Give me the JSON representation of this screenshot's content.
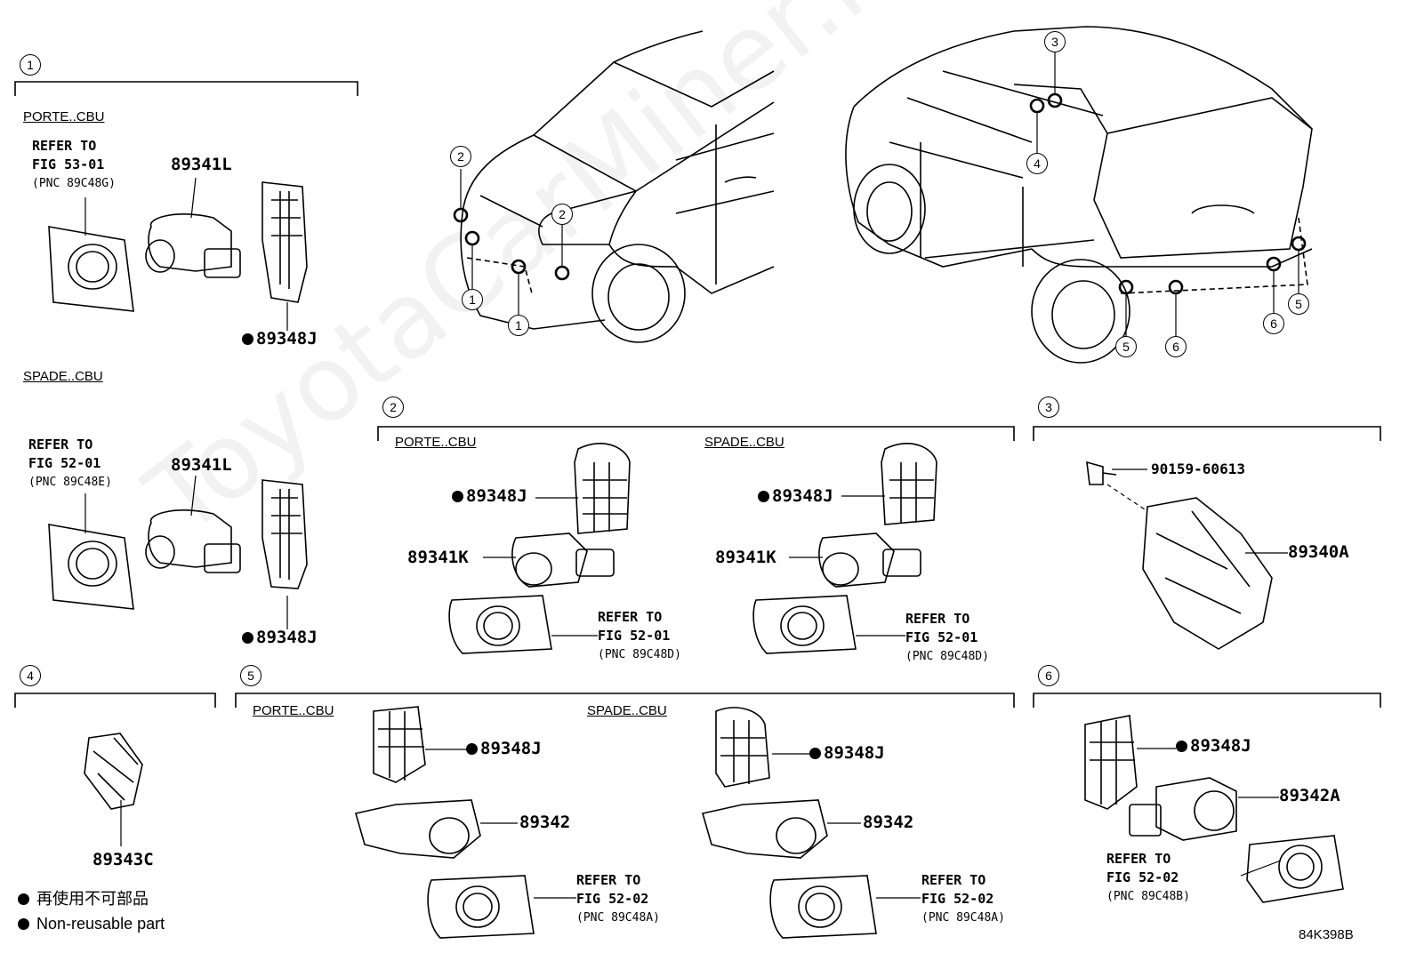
{
  "section_ids": [
    "1",
    "2",
    "3",
    "4",
    "5",
    "6"
  ],
  "variants": {
    "porte": "PORTE..CBU",
    "spade": "SPADE..CBU"
  },
  "refer_to": "REFER TO",
  "refs": {
    "fig_53_01": "FIG 53-01",
    "pnc_89c48g": "(PNC 89C48G)",
    "fig_52_01": "FIG 52-01",
    "pnc_89c48e": "(PNC 89C48E)",
    "pnc_89c48d": "(PNC 89C48D)",
    "fig_52_02": "FIG 52-02",
    "pnc_89c48a": "(PNC 89C48A)",
    "pnc_89c48b": "(PNC 89C48B)"
  },
  "parts": {
    "p89341L": "89341L",
    "p89348J": "89348J",
    "p89341K": "89341K",
    "p90159": "90159-60613",
    "p89340A": "89340A",
    "p89343C": "89343C",
    "p89342": "89342",
    "p89342A": "89342A"
  },
  "legend": {
    "jp": "再使用不可部品",
    "en": "Non-reusable part"
  },
  "figure_code": "84K398B",
  "watermark": "ToyotaCarMiner.ru"
}
